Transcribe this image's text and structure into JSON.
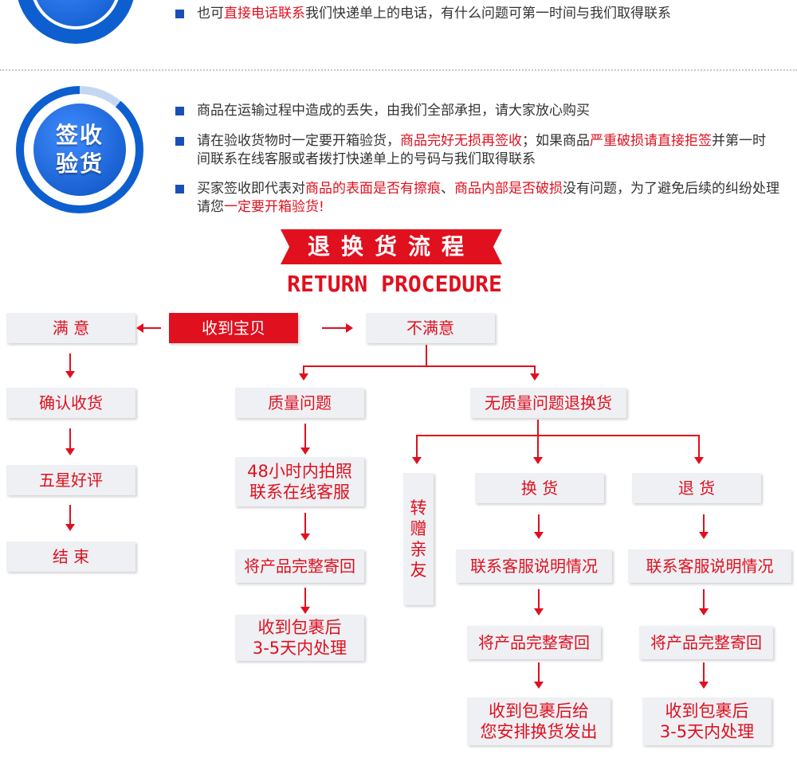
{
  "top": {
    "line_a": "也可",
    "line_red": "直接电话联系",
    "line_b": "我们快递单上的电话，有什么问题可第一时间与我们取得联系"
  },
  "sign": {
    "badge_line1": "签收",
    "badge_line2": "验货",
    "item1": "商品在运输过程中造成的丢失，由我们全部承担，请大家放心购买",
    "item2_a": "请在验收货物时一定要开箱验货，",
    "item2_red1": "商品完好无损再签收",
    "item2_b": "；如果商品",
    "item2_red2": "严重破损请直接拒签",
    "item2_c": "并第一时间联系在线客服或者拨打快递单上的号码与我们取得联系",
    "item3_a": "买家签收即代表对",
    "item3_red1": "商品的表面是否有擦痕",
    "item3_b": "、",
    "item3_red2": "商品内部是否破损",
    "item3_c": "没有问题，为了避免后续的纠纷处理请您",
    "item3_red3": "一定要开箱验货!"
  },
  "procedure": {
    "title": "退换货流程",
    "subtitle": "RETURN PROCEDURE",
    "received": "收到宝贝",
    "satisfied": "满 意",
    "unsatisfied": "不满意",
    "confirm": "确认收货",
    "five_star": "五星好评",
    "end": "结 束",
    "quality": "质量问题",
    "no_quality": "无质量问题退换货",
    "photo_1": "48小时内拍照",
    "photo_2": "联系在线客服",
    "return_product": "将产品完整寄回",
    "process_1": "收到包裹后",
    "process_2": "3-5天内处理",
    "gift": [
      "转",
      "赠",
      "亲",
      "友"
    ],
    "exchange": "换 货",
    "refund": "退 货",
    "contact_service": "联系客服说明情况",
    "ex_return": "将产品完整寄回",
    "ex_done_1": "收到包裹后给",
    "ex_done_2": "您安排换货发出",
    "rf_contact": "联系客服说明情况",
    "rf_return": "将产品完整寄回",
    "rf_done_1": "收到包裹后",
    "rf_done_2": "3-5天内处理"
  }
}
